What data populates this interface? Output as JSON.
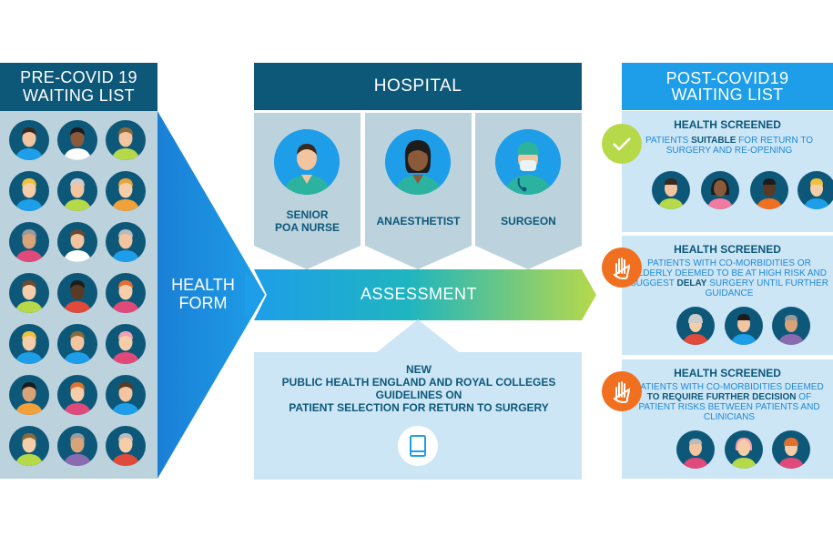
{
  "left_column": {
    "title_line1": "PRE-COVID 19",
    "title_line2": "WAITING LIST",
    "avatars": [
      {
        "skin": "#f2c4a0",
        "hair": "#3b2a1e",
        "shirt": "#1e9ee8"
      },
      {
        "skin": "#8a5a3b",
        "hair": "#1c1c1c",
        "shirt": "#ffffff"
      },
      {
        "skin": "#f2c4a0",
        "hair": "#8a6a3b",
        "shirt": "#b6d94a"
      },
      {
        "skin": "#f5cda8",
        "hair": "#f0c23a",
        "shirt": "#1e9ee8"
      },
      {
        "skin": "#f2c4a0",
        "hair": "#cccccc",
        "shirt": "#b6d94a"
      },
      {
        "skin": "#f5cda8",
        "hair": "#e8a33a",
        "shirt": "#f0a13a"
      },
      {
        "skin": "#d9a37a",
        "hair": "#9a9a9a",
        "shirt": "#e04a7a"
      },
      {
        "skin": "#f2c4a0",
        "hair": "#6b4a2e",
        "shirt": "#ffffff"
      },
      {
        "skin": "#f2c4a0",
        "hair": "#bbbbbb",
        "shirt": "#1e9ee8"
      },
      {
        "skin": "#f5cda8",
        "hair": "#6b4a2e",
        "shirt": "#b6d94a"
      },
      {
        "skin": "#5a3a24",
        "hair": "#1c1c1c",
        "shirt": "#e04a3a"
      },
      {
        "skin": "#f5cda8",
        "hair": "#e07030",
        "shirt": "#e04a7a"
      },
      {
        "skin": "#f5cda8",
        "hair": "#f0c23a",
        "shirt": "#1e9ee8"
      },
      {
        "skin": "#f2c4a0",
        "hair": "#8a6a3b",
        "shirt": "#1e9ee8"
      },
      {
        "skin": "#f5cda8",
        "hair": "#f0a0b0",
        "shirt": "#e04a7a"
      },
      {
        "skin": "#d9a37a",
        "hair": "#1c1c1c",
        "shirt": "#f0a13a"
      },
      {
        "skin": "#f5cda8",
        "hair": "#e07030",
        "shirt": "#e04a7a"
      },
      {
        "skin": "#f2c4a0",
        "hair": "#5a3a24",
        "shirt": "#1e9ee8"
      },
      {
        "skin": "#f5cda8",
        "hair": "#8a6a3b",
        "shirt": "#b6d94a"
      },
      {
        "skin": "#d9a37a",
        "hair": "#9a9a9a",
        "shirt": "#8a6ab0"
      },
      {
        "skin": "#f5cda8",
        "hair": "#bbbbbb",
        "shirt": "#e04a3a"
      }
    ]
  },
  "center": {
    "health_form_line1": "HEALTH",
    "health_form_line2": "FORM",
    "hospital_title": "HOSPITAL",
    "roles": [
      {
        "line1": "SENIOR",
        "line2": "POA NURSE"
      },
      {
        "line1": "ANAESTHETIST",
        "line2": ""
      },
      {
        "line1": "SURGEON",
        "line2": ""
      }
    ],
    "assessment_label": "ASSESSMENT",
    "guidelines": {
      "line1": "NEW",
      "line2": "PUBLIC HEALTH ENGLAND AND ROYAL COLLEGES",
      "line3": "GUIDELINES ON",
      "line4": "PATIENT SELECTION FOR RETURN TO SURGERY"
    },
    "book_icon": "book-icon"
  },
  "right_column": {
    "title_line1": "POST-COVID19",
    "title_line2": "WAITING LIST",
    "panels": [
      {
        "title": "HEALTH SCREENED",
        "status_icon": "check-icon",
        "status_color": "#b6d94a",
        "text_pre": "PATIENTS ",
        "text_bold": "SUITABLE",
        "text_post": " FOR RETURN TO SURGERY AND RE-OPENING"
      },
      {
        "title": "HEALTH SCREENED",
        "status_icon": "hand-stop-icon",
        "status_color": "#f07020",
        "text_pre": "PATIENTS WITH CO-MORBIDITIES OR ELDERLY DEEMED TO BE AT HIGH RISK AND SUGGEST ",
        "text_bold": "DELAY",
        "text_post": " SURGERY UNTIL FURTHER GUIDANCE"
      },
      {
        "title": "HEALTH SCREENED",
        "status_icon": "hand-stop-icon",
        "status_color": "#f07020",
        "text_pre": "PATIENTS WITH CO-MORBIDITIES DEEMED ",
        "text_bold": "TO REQUIRE FURTHER DECISION",
        "text_post": " OF PATIENT RISKS BETWEEN PATIENTS AND CLINICIANS"
      }
    ]
  },
  "colors": {
    "dark_blue": "#0d5879",
    "bright_blue": "#1e9ee8",
    "light_blue": "#cde6f6",
    "green": "#b6d94a",
    "orange": "#f07020"
  }
}
